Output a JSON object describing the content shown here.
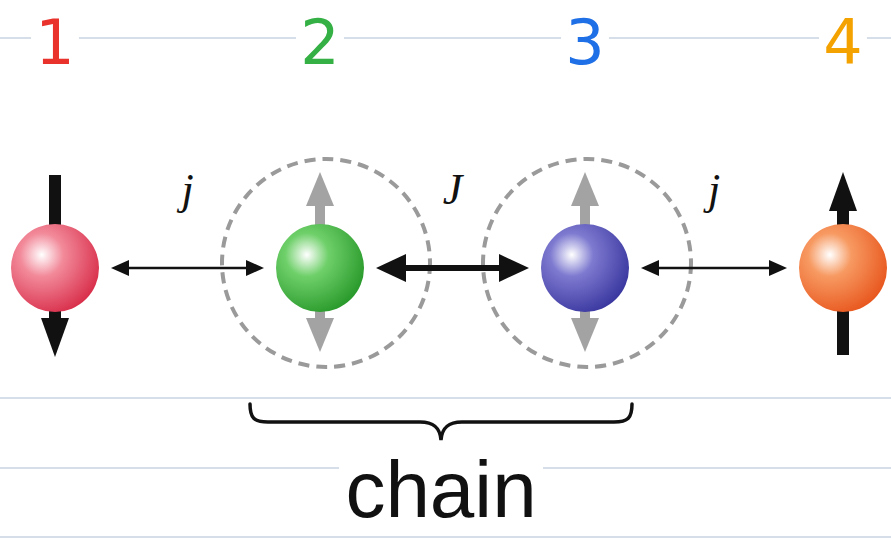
{
  "diagram": {
    "nodes": [
      {
        "text": [
          "1"
        ]
      },
      {
        "text": [
          "2"
        ]
      },
      {
        "text": [
          "3"
        ]
      },
      {
        "text": [
          "4"
        ]
      }
    ],
    "edges": [
      {
        "from": 0,
        "to": 1,
        "arrow": "both",
        "label": "j"
      },
      {
        "from": 1,
        "to": 2,
        "arrow": "both",
        "label": "J"
      },
      {
        "from": 2,
        "to": 3,
        "arrow": "both",
        "label": "j"
      }
    ],
    "labels": [
      "chain"
    ]
  }
}
